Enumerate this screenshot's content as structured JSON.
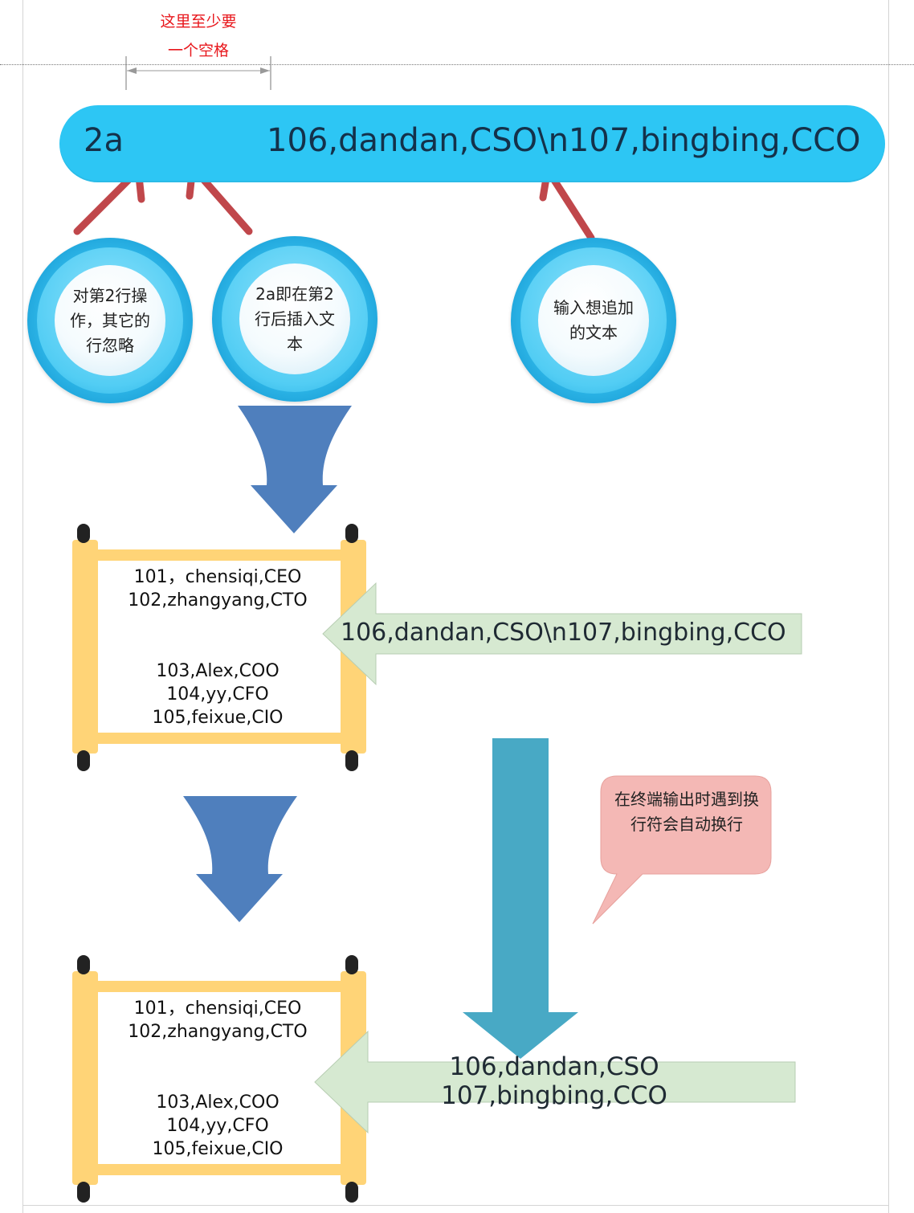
{
  "annotation": {
    "line1": "这里至少要",
    "line2": "一个空格"
  },
  "command": {
    "address": "2a",
    "text": "106,dandan,CSO\\n107,bingbing,CCO"
  },
  "circles": [
    {
      "text": "对第2行操作，其它的行忽略"
    },
    {
      "text": "2a即在第2行后插入文本"
    },
    {
      "text": "输入想追加的文本"
    }
  ],
  "scroll_top": {
    "lines_a": [
      "101，chensiqi,CEO",
      "102,zhangyang,CTO"
    ],
    "lines_b": [
      "103,Alex,COO",
      "104,yy,CFO",
      "105,feixue,CIO"
    ]
  },
  "insert_arrow_text": "106,dandan,CSO\\n107,bingbing,CCO",
  "bubble": {
    "text": "在终端输出时遇到换行符会自动换行"
  },
  "scroll_bottom": {
    "lines_a": [
      "101，chensiqi,CEO",
      "102,zhangyang,CTO"
    ],
    "lines_b": [
      "103,Alex,COO",
      "104,yy,CFO",
      "105,feixue,CIO"
    ]
  },
  "result": {
    "line1": "106,dandan,CSO",
    "line2": "107,bingbing,CCO"
  },
  "colors": {
    "pill": "#2dc6f4",
    "red_arrow": "#c0474b",
    "blue_arrow": "#4f7fbd",
    "teal_arrow": "#48a9c5",
    "green_arrow": "#d6e9d1",
    "scroll": "#ffd477",
    "bubble": "#f4b8b5",
    "annotation": "#e8161b"
  }
}
